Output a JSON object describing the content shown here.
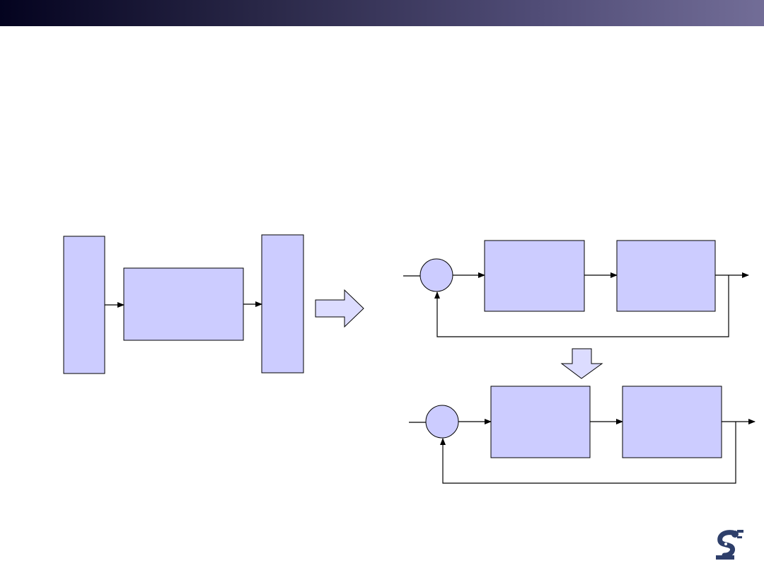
{
  "slide": {
    "title_bar_colors": {
      "start": "#04031f",
      "end": "#726d97"
    },
    "block_fill": "#ccccff",
    "line_color": "#000000"
  },
  "left_diagram": {
    "blocks": [
      "input-column",
      "process-block",
      "output-column"
    ]
  },
  "right_diagram_top": {
    "blocks": [
      "summing-junction",
      "block-1",
      "block-2"
    ],
    "feedback": true
  },
  "right_diagram_bottom": {
    "blocks": [
      "summing-junction",
      "block-1",
      "block-2"
    ],
    "feedback": true
  },
  "icons": {
    "transform_arrow_right": "block-arrow-right-icon",
    "transform_arrow_down": "block-arrow-down-icon",
    "logo": "robot-arm-logo-icon"
  }
}
